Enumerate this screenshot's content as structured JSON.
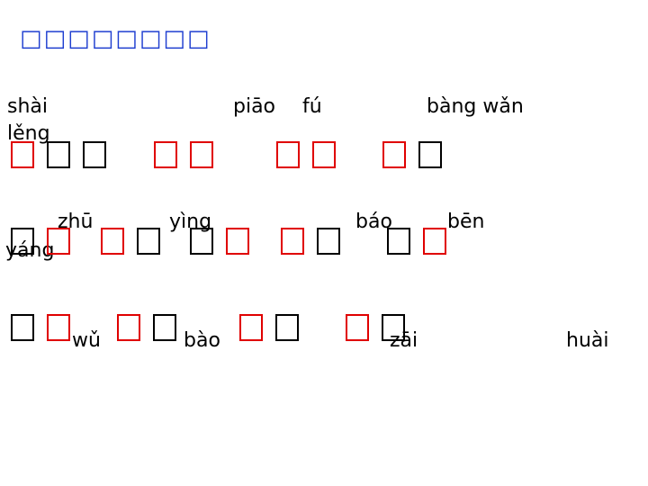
{
  "title": {
    "text": "□□□□□□□□",
    "color": "#1f3fd0"
  },
  "colors": {
    "highlight": "#e00000",
    "normal": "#000000"
  },
  "pinyin": [
    "shài",
    "lěng",
    "piāo",
    "fú",
    "bàng wǎn",
    "zhū",
    "yìng",
    "báo",
    "bēn",
    "yáng",
    "wǔ",
    "bào",
    "zāi",
    "huài"
  ],
  "boxes": [
    "red",
    "black",
    "black",
    "red",
    "red",
    "red",
    "red",
    "red",
    "black",
    "black",
    "red",
    "red",
    "black",
    "black",
    "red",
    "red",
    "black",
    "black",
    "red",
    "black",
    "red",
    "red",
    "black",
    "red",
    "black",
    "red",
    "black"
  ]
}
